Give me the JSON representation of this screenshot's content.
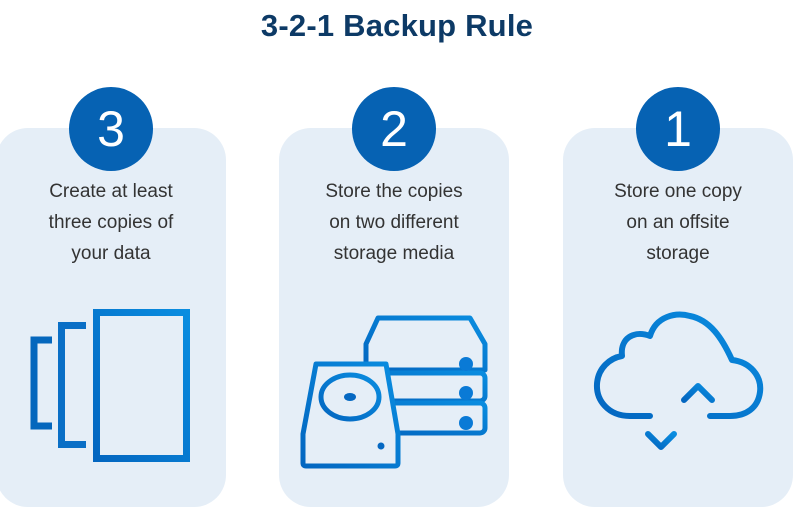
{
  "title": "3-2-1 Backup Rule",
  "colors": {
    "title": "#0d3a66",
    "badge": "#0662b3",
    "card_background": "#e5eef7",
    "icon_dark": "#0366c0",
    "icon_light": "#0a8de0",
    "text": "#333333"
  },
  "steps": [
    {
      "number": "3",
      "lines": [
        "Create at least",
        "three copies of",
        "your data"
      ],
      "icon": "documents-copies-icon"
    },
    {
      "number": "2",
      "lines": [
        "Store the copies",
        "on two different",
        "storage media"
      ],
      "icon": "storage-drives-icon"
    },
    {
      "number": "1",
      "lines": [
        "Store one copy",
        "on an offsite",
        "storage"
      ],
      "icon": "cloud-sync-icon"
    }
  ]
}
